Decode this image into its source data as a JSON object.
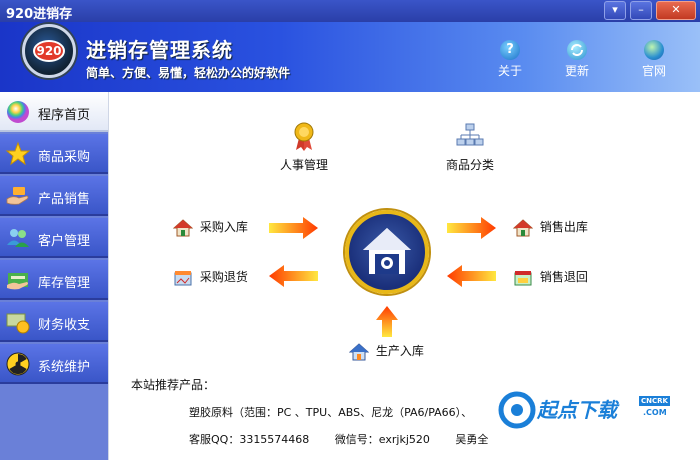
{
  "window": {
    "title": "920进销存"
  },
  "header": {
    "logo_text": "920",
    "app_title": "进销存管理系统",
    "slogan": "简单、方便、易懂，轻松办公的好软件",
    "tools": [
      {
        "label": "关于",
        "icon": "help-icon"
      },
      {
        "label": "更新",
        "icon": "refresh-icon"
      },
      {
        "label": "官网",
        "icon": "globe-icon"
      }
    ]
  },
  "sidebar": {
    "items": [
      {
        "label": "程序首页",
        "icon": "home-orb-icon"
      },
      {
        "label": "商品采购",
        "icon": "star-icon"
      },
      {
        "label": "产品销售",
        "icon": "sale-hand-icon"
      },
      {
        "label": "客户管理",
        "icon": "users-icon"
      },
      {
        "label": "库存管理",
        "icon": "warehouse-icon"
      },
      {
        "label": "财务收支",
        "icon": "money-icon"
      },
      {
        "label": "系统维护",
        "icon": "radiation-icon"
      }
    ]
  },
  "main": {
    "hr_label": "人事管理",
    "category_label": "商品分类",
    "purchase_in": "采购入库",
    "purchase_return": "采购退货",
    "sales_out": "销售出库",
    "sales_return": "销售退回",
    "production_in": "生产入库",
    "recommend_title": "本站推荐产品：",
    "recommend_line": "塑胶原料（范围：PC  、TPU、ABS、尼龙（PA6/PA66）、",
    "contact_qq": "客服QQ：3315574468",
    "contact_wechat": "微信号：exrjkj520",
    "contact_name": "吴勇全"
  },
  "watermark": {
    "text": "起点下载",
    "badge": "CNCRK",
    "com": ".COM"
  },
  "colors": {
    "accent_blue": "#2a4fd8",
    "arrow_orange": "#ff6a00",
    "hub_gold": "#e8b818"
  }
}
